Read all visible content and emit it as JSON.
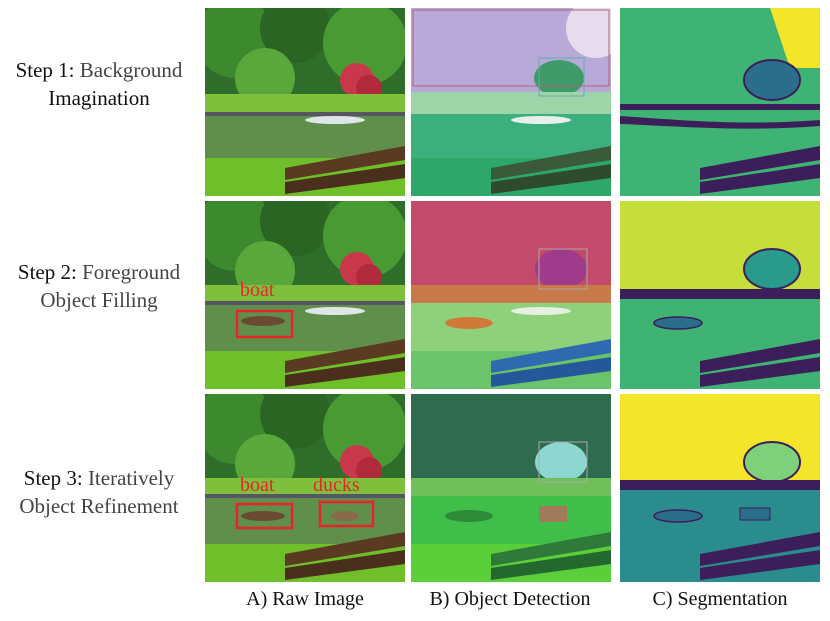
{
  "rows": [
    {
      "step": "Step 1:",
      "desc_1": "Background",
      "desc_2": "Imagination",
      "boxes": []
    },
    {
      "step": "Step 2:",
      "desc_1": "Foreground",
      "desc_2": "Object Filling",
      "boxes": [
        "boat"
      ]
    },
    {
      "step": "Step 3:",
      "desc_1": "Iteratively",
      "desc_2": "Object Refinement",
      "boxes": [
        "boat",
        "ducks"
      ]
    }
  ],
  "columns": [
    "A) Raw Image",
    "B) Object Detection",
    "C) Segmentation"
  ],
  "colors": {
    "box": "#e8232a",
    "det_step1": "#b7a9d8",
    "det_step2": "#c24a6a",
    "det_step3": "#2f6b4e",
    "seg_dark": "#3b1e5a",
    "seg_teal": "#2a8c8c",
    "seg_green": "#3fb373",
    "seg_yellow": "#f2e52a"
  }
}
